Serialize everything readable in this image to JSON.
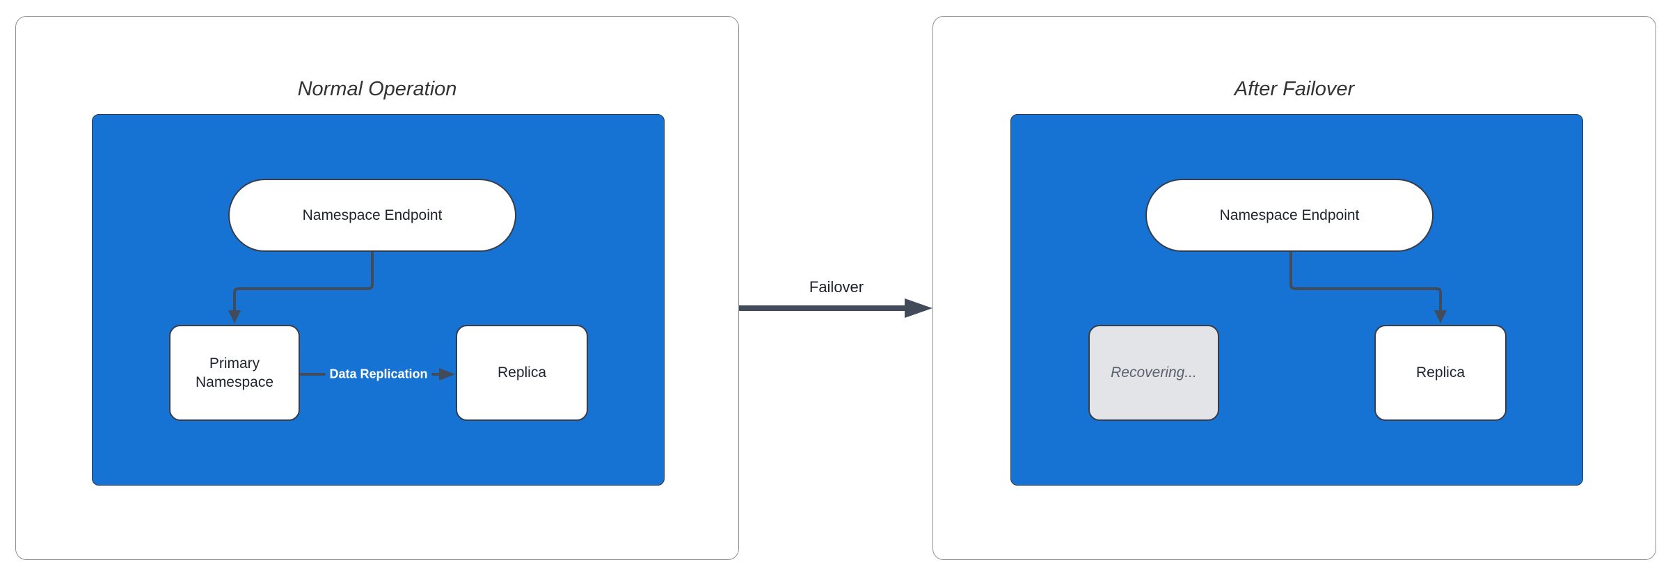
{
  "diagram": {
    "failover_label": "Failover",
    "panels": [
      {
        "title": "Normal Operation",
        "nodes": {
          "endpoint": "Namespace Endpoint",
          "left_box": "Primary Namespace",
          "right_box": "Replica"
        },
        "edge_label": "Data Replication"
      },
      {
        "title": "After Failover",
        "nodes": {
          "endpoint": "Namespace Endpoint",
          "left_box": "Recovering...",
          "right_box": "Replica"
        }
      }
    ]
  },
  "colors": {
    "panel_bg": "#ffffff",
    "panel_border": "#8f8f8f",
    "container_fill": "#1673d4",
    "container_border": "#2c3a4d",
    "node_fill": "#ffffff",
    "node_border": "#353d4a",
    "node_text": "#1f242c",
    "recovering_fill": "#e3e4e7",
    "recovering_text": "#5a6170",
    "arrow": "#424b59",
    "title_text": "#333333",
    "failover_text": "#1c2128",
    "edge_label_text": "#ffffff"
  }
}
